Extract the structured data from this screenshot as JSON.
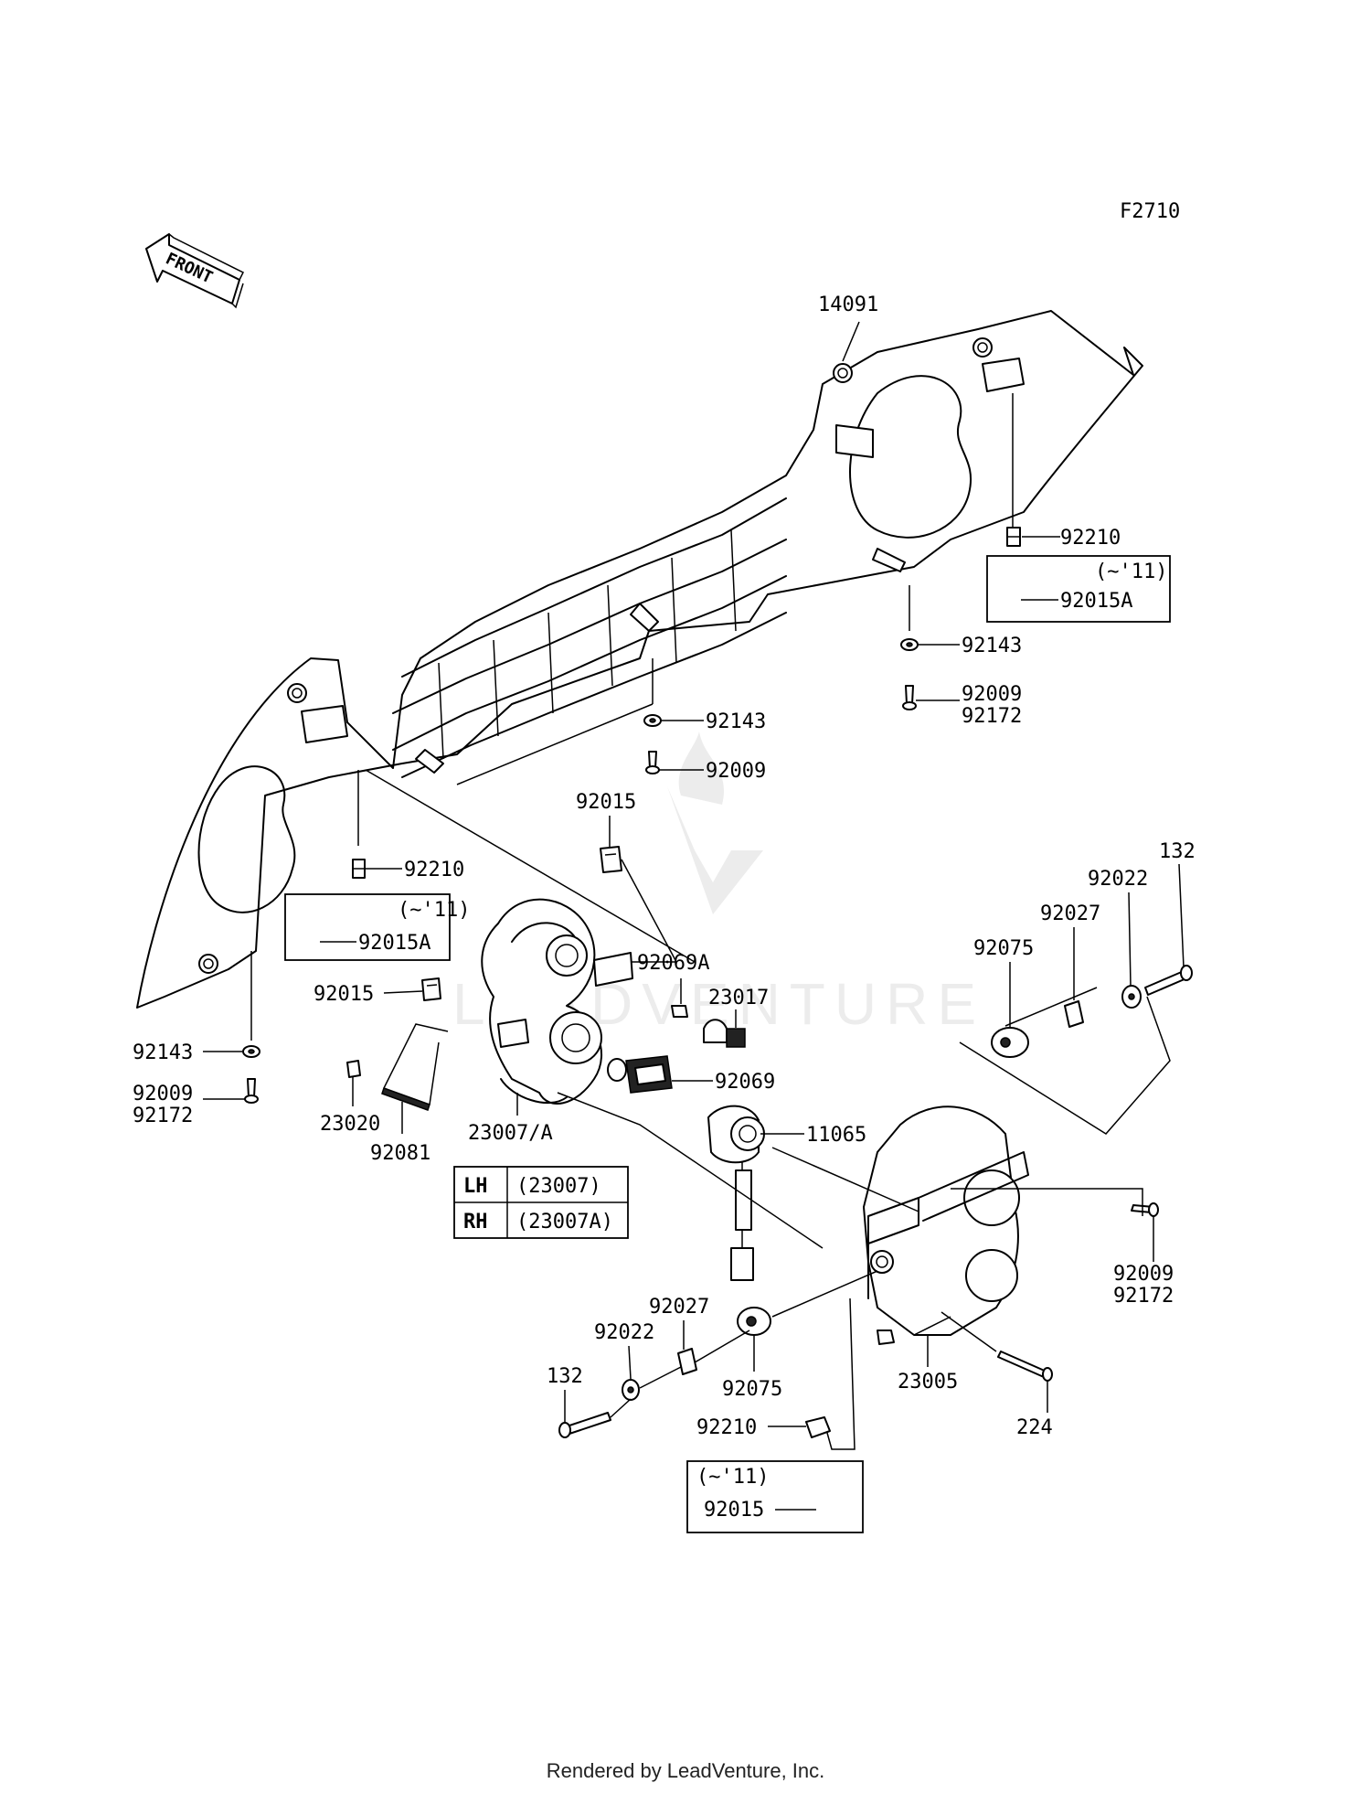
{
  "figure_code": "F2710",
  "front_label": "FRONT",
  "watermark": "LEADVENTURE",
  "footer": "Rendered by LeadVenture, Inc.",
  "parts": {
    "p14091": "14091",
    "p92210_right": "92210",
    "p92015A_right": "92015A",
    "p92143_right": "92143",
    "p92009_right": "92009",
    "p92172_right": "92172",
    "p92143_center": "92143",
    "p92009_center": "92009",
    "p92015_upper": "92015",
    "p92210_left": "92210",
    "p92015A_left": "92015A",
    "p92069A": "92069A",
    "p23017": "23017",
    "p92015_left": "92015",
    "p92069": "92069",
    "p11065": "11065",
    "p23020": "23020",
    "p92081": "92081",
    "p23007A": "23007/A",
    "p92143_left": "92143",
    "p92009_left": "92009",
    "p92172_left": "92172",
    "p132_right": "132",
    "p92022_right": "92022",
    "p92027_right": "92027",
    "p92075_right": "92075",
    "p92009_lowright": "92009",
    "p92172_lowright": "92172",
    "p92027_low": "92027",
    "p92022_low": "92022",
    "p132_low": "132",
    "p92075_low": "92075",
    "p23005": "23005",
    "p224": "224",
    "p92210_low": "92210",
    "p92015_low": "92015"
  },
  "notes": {
    "upto11_right": "(~'11)",
    "upto11_left": "(~'11)",
    "upto11_low": "(~'11)"
  },
  "side_table": {
    "rows": [
      {
        "side": "LH",
        "part": "(23007)"
      },
      {
        "side": "RH",
        "part": "(23007A)"
      }
    ]
  }
}
